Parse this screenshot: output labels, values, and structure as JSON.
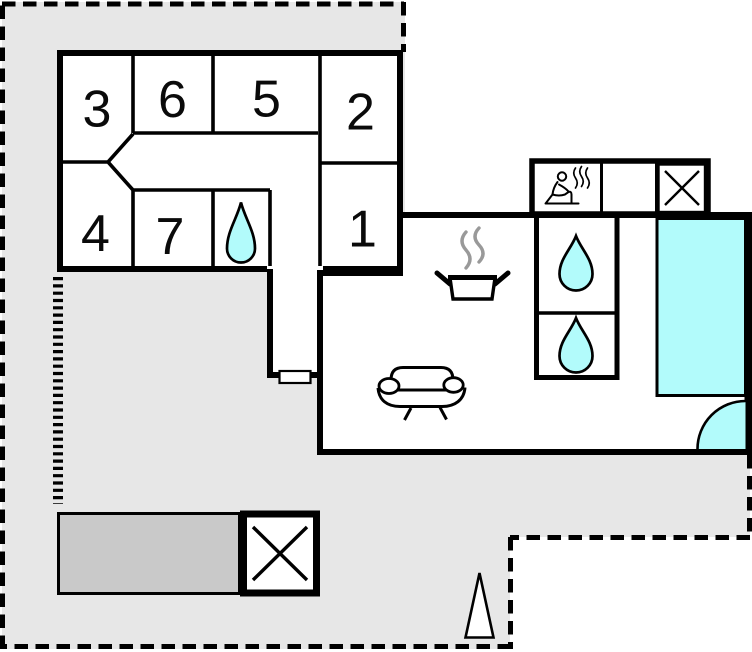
{
  "title": "holiday-home-floor-plan",
  "colors": {
    "plot_fill": "#e7e7e7",
    "wall": "#000000",
    "water": "#b2fbfb",
    "carport_fill": "#c9c9c9",
    "steam": "#999999",
    "room_fill": "#ffffff"
  },
  "rooms": [
    {
      "id": "room-3",
      "label": "3"
    },
    {
      "id": "room-6",
      "label": "6"
    },
    {
      "id": "room-5",
      "label": "5"
    },
    {
      "id": "room-2",
      "label": "2"
    },
    {
      "id": "room-4",
      "label": "4"
    },
    {
      "id": "room-7",
      "label": "7"
    },
    {
      "id": "room-1",
      "label": "1"
    }
  ],
  "icons": [
    "water-drop",
    "sauna-person",
    "window-cross",
    "stove",
    "steam",
    "sofa",
    "bed",
    "door-swing",
    "north-triangle"
  ]
}
